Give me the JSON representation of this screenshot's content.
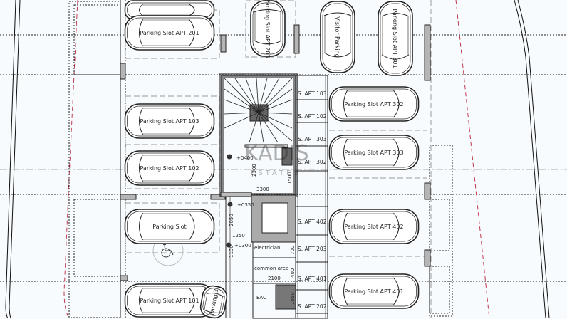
{
  "parking": {
    "apt201": "Parking Slot APT 201",
    "apt103": "Parking Slot APT 103",
    "apt102": "Parking Slot APT 102",
    "accessible": "Parking Slot",
    "apt101": "Parking Slot APT 101",
    "apt302": "Parking Slot APT 302",
    "apt303": "Parking Slot APT 303",
    "apt402": "Parking Slot APT 402",
    "apt401": "Parking Slot APT 401",
    "top_middle": "Parking Slot APT 203",
    "visitor": "Visitor Parking",
    "top_right": "Parking Slot APT 301",
    "bottom_vertical": "Parking 2"
  },
  "storage": [
    "S. APT 103",
    "S. APT 102",
    "S. APT 303",
    "S. APT 302",
    "S. APT 402",
    "S. APT 203",
    "S. APT 401",
    "S. APT 202"
  ],
  "rooms": {
    "electrician": "electrician",
    "common_area": "common area",
    "eac": "EAC"
  },
  "dimensions": {
    "lvl_0400": "+0400",
    "d2300": "2300",
    "d3300": "3300",
    "d1500": "1500",
    "lvl_0350": "+0350",
    "d2050": "2050",
    "d1250": "1250",
    "lvl_0300": "+0300",
    "d1100": "1100",
    "d700": "700",
    "d400": "400",
    "d2100": "2100",
    "d1050": "1050"
  },
  "watermark": {
    "brand": "KADIS",
    "sub": "ESTATES"
  },
  "colors": {
    "line": "#1a1a1a",
    "boundary": "#c0394b",
    "wall": "#9a9a9a",
    "background": "#f7fbfd"
  }
}
